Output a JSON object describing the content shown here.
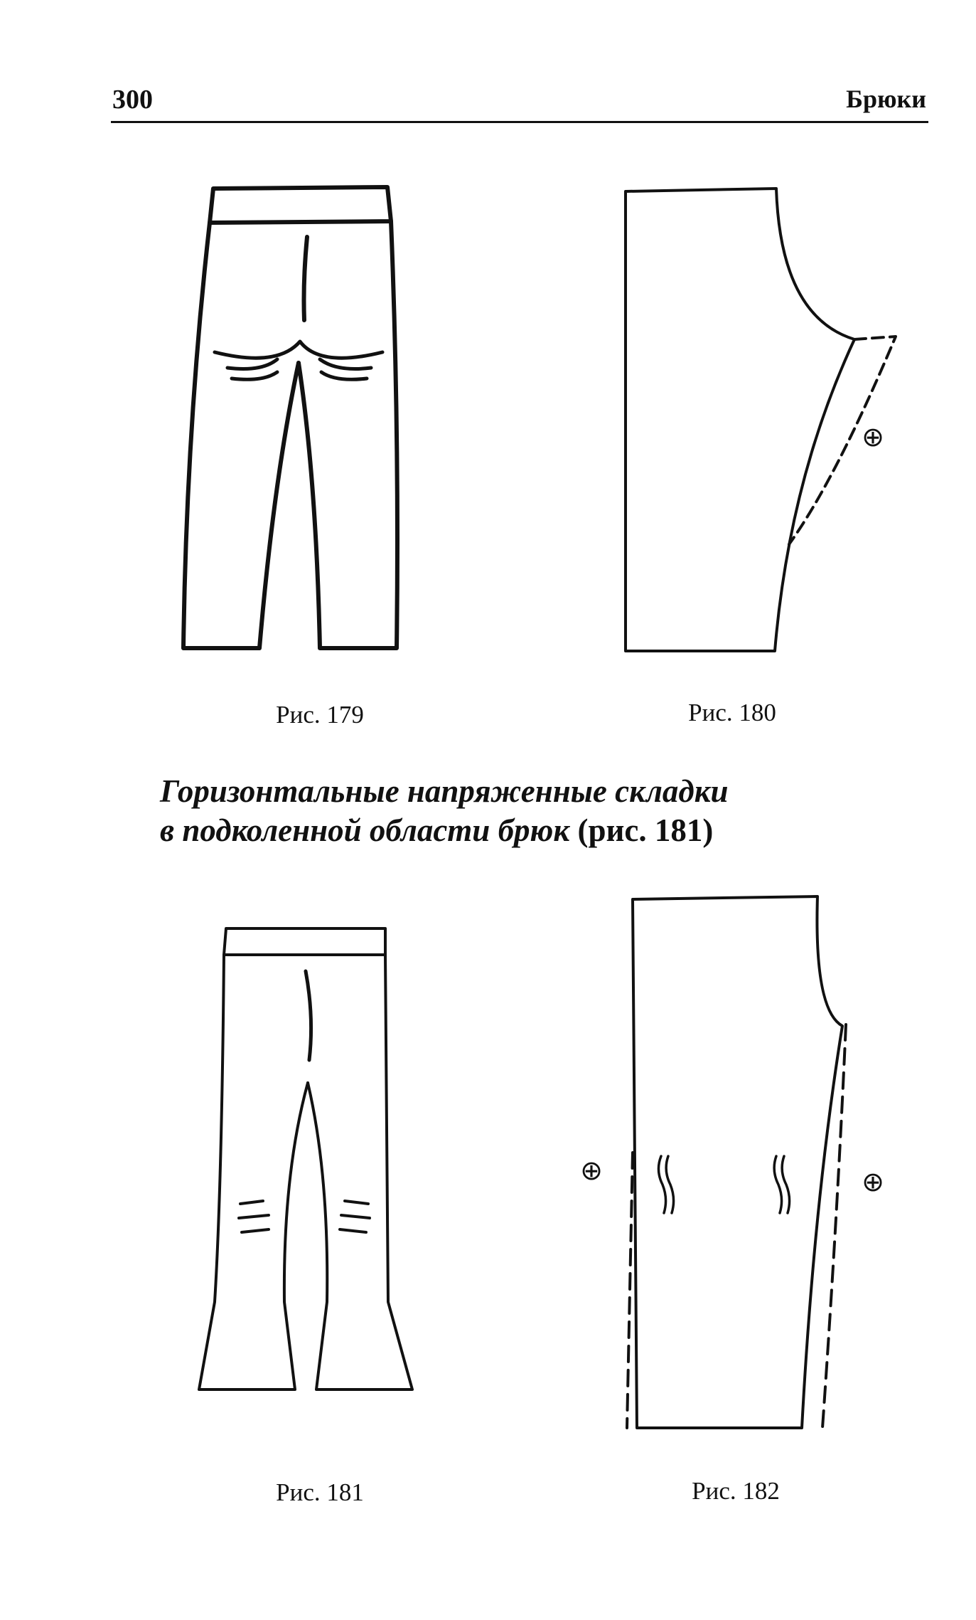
{
  "header": {
    "page_number": "300",
    "title": "Брюки"
  },
  "figures": [
    {
      "id": "fig179",
      "caption": "Рис. 179"
    },
    {
      "id": "fig180",
      "caption": "Рис. 180",
      "marker": "⊕"
    },
    {
      "id": "fig181",
      "caption": "Рис. 181"
    },
    {
      "id": "fig182",
      "caption": "Рис. 182",
      "markers": [
        "⊕",
        "⊕"
      ]
    }
  ],
  "section_heading": {
    "line1": "Горизонтальные напряженные складки",
    "line2_italic": "в подколенной области брюк",
    "line2_ref": "(рис. 181)"
  }
}
